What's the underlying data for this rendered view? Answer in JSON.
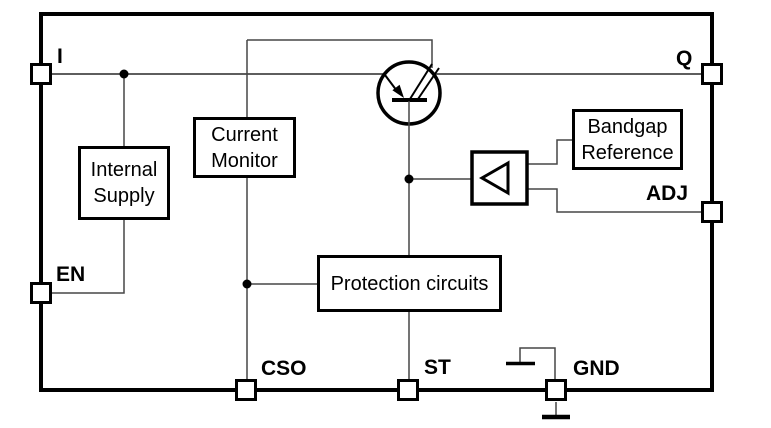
{
  "colors": {
    "background": "#ffffff",
    "ink": "#000000",
    "wire": "#474747"
  },
  "pins": {
    "i": {
      "label": "I"
    },
    "q": {
      "label": "Q"
    },
    "en": {
      "label": "EN"
    },
    "adj": {
      "label": "ADJ"
    },
    "cso": {
      "label": "CSO"
    },
    "st": {
      "label": "ST"
    },
    "gnd": {
      "label": "GND"
    }
  },
  "blocks": {
    "internal_supply": {
      "label": "Internal\nSupply"
    },
    "current_monitor": {
      "label": "Current\nMonitor"
    },
    "protection_circuits": {
      "label": "Protection circuits"
    },
    "bandgap_reference": {
      "label": "Bandgap\nReference"
    }
  }
}
